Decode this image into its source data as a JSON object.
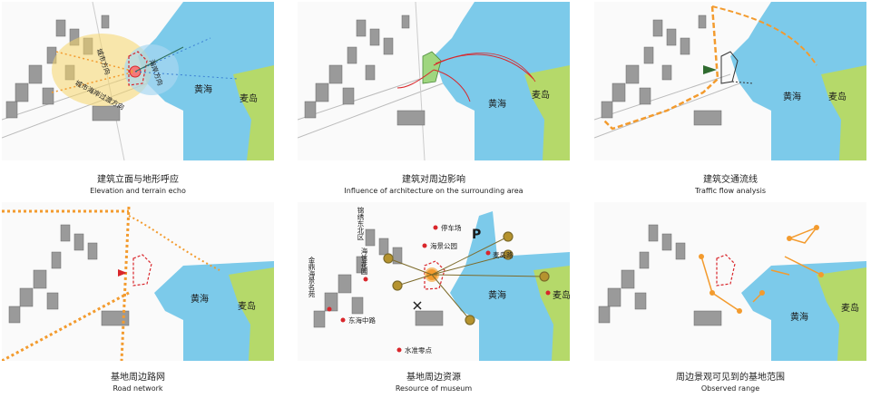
{
  "panels": [
    {
      "id": "elevation",
      "caption_cn": "建筑立面与地形呼应",
      "caption_en": "Elevation and terrain echo",
      "sea_label": "黄海",
      "island_label": "麦岛",
      "annotations": [
        "城市方向",
        "海岸方向",
        "城市海岸过渡方向"
      ]
    },
    {
      "id": "influence",
      "caption_cn": "建筑对周边影响",
      "caption_en": "Influence of architecture on the surrounding area",
      "sea_label": "黄海",
      "island_label": "麦岛"
    },
    {
      "id": "traffic",
      "caption_cn": "建筑交通流线",
      "caption_en": "Traffic flow analysis",
      "sea_label": "黄海",
      "island_label": "麦岛"
    },
    {
      "id": "road",
      "caption_cn": "基地周边路网",
      "caption_en": "Road network",
      "sea_label": "黄海",
      "island_label": "麦岛"
    },
    {
      "id": "resource",
      "caption_cn": "基地周边资源",
      "caption_en": "Resource of museum",
      "sea_label": "黄海",
      "island_label": "麦岛",
      "resources": [
        "停车场",
        "海景公园",
        "麦岛路",
        "水准零点",
        "东海中路",
        "金鼎海景名苑",
        "海信花园",
        "锦绣东北区"
      ],
      "parking_symbol": "P"
    },
    {
      "id": "observed",
      "caption_cn": "周边景观可见到的基地范围",
      "caption_en": "Observed range",
      "sea_label": "黄海",
      "island_label": "麦岛"
    }
  ],
  "colors": {
    "sea": "#7ccaea",
    "island": "#b5d96a",
    "building": "#8a8a8a",
    "site": "#d9262b",
    "orange": "#f39b2e",
    "olive": "#7d6b2a"
  }
}
